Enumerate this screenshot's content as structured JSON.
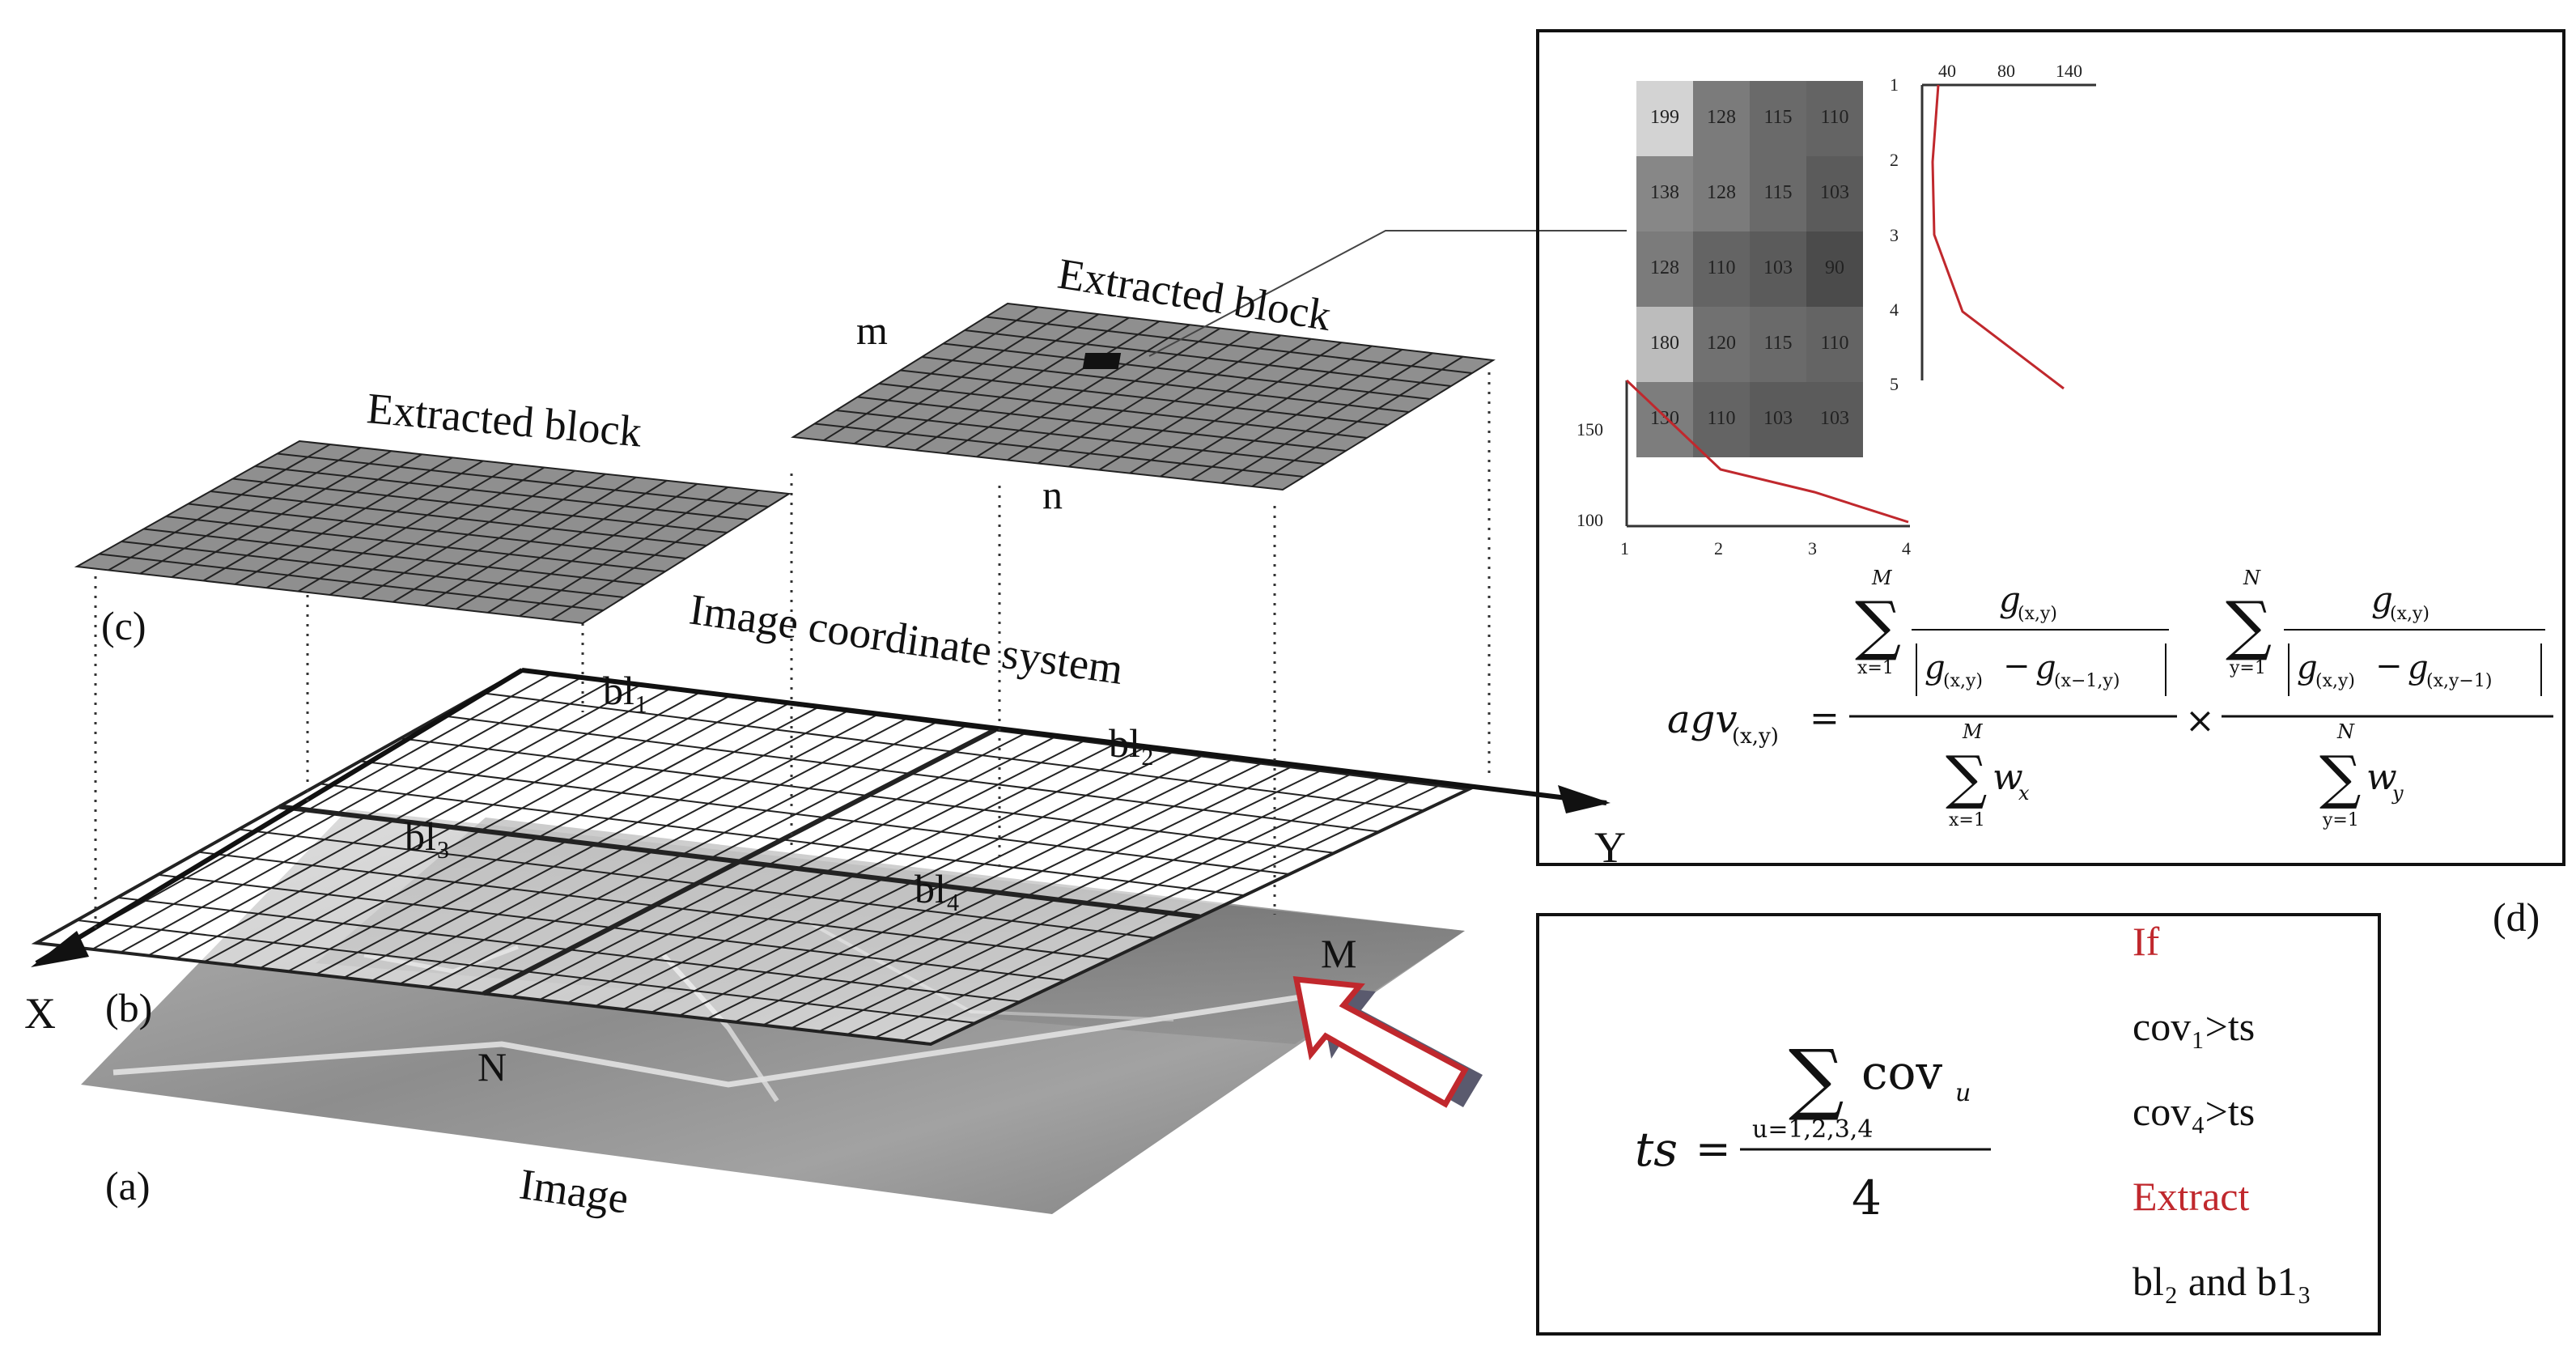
{
  "labels": {
    "extracted_block_top": "Extracted block",
    "extracted_block_left": "Extracted block",
    "m": "m",
    "n": "n",
    "c": "(c)",
    "b": "(b)",
    "a": "(a)",
    "d": "(d)",
    "image_coordinate_system": "Image coordinate system",
    "bl1": "bl₁",
    "bl2": "bl₂",
    "bl3": "bl₃",
    "bl4": "bl₄",
    "axis_x": "X",
    "axis_y": "Y",
    "M": "M",
    "N": "N",
    "image": "Image"
  },
  "block_matrix": [
    [
      "199",
      "128",
      "115",
      "110"
    ],
    [
      "138",
      "128",
      "115",
      "103"
    ],
    [
      "128",
      "110",
      "103",
      "90"
    ],
    [
      "180",
      "120",
      "115",
      "110"
    ],
    [
      "130",
      "110",
      "103",
      "103"
    ]
  ],
  "vertical_profile": {
    "top_ticks": [
      "40",
      "80",
      "140"
    ],
    "row_ticks": [
      "1",
      "2",
      "3",
      "4",
      "5"
    ]
  },
  "horizontal_profile": {
    "y_ticks": [
      "150",
      "100"
    ],
    "x_ticks": [
      "1",
      "2",
      "3",
      "4"
    ]
  },
  "formula_agv": {
    "lhs": "agv",
    "lhs_sub": "(x,y)",
    "sum_upper_M": "M",
    "sum_upper_N": "N",
    "sum_lower_x": "x=1",
    "sum_lower_y": "y=1",
    "g": "g",
    "sub_xy": "(x,y)",
    "sub_xm1y": "(x−1,y)",
    "sub_xym1": "(x,y−1)",
    "w": "w",
    "w_sub_x": "x",
    "w_sub_y": "y",
    "eq": "=",
    "times": "×",
    "minus": "−"
  },
  "formula_ts": {
    "lhs": "ts",
    "eq": "=",
    "sum": "∑",
    "cov": "cov",
    "cov_sub": "u",
    "lower": "u=1,2,3,4",
    "denominator": "4"
  },
  "conditions": {
    "if": "If",
    "cond1": "cov₁>ts",
    "cond2": "cov₄>ts",
    "extract": "Extract",
    "result": "bl₂ and b1₃"
  },
  "colors": {
    "accent_red": "#c0282d",
    "block_fill": "#8f8f8f",
    "grid_line": "#222222",
    "arrow_shadow": "#5a5a6e"
  }
}
